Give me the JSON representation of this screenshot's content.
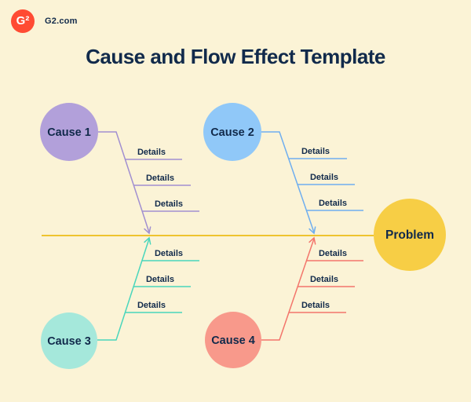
{
  "header": {
    "logo_glyph": "G²",
    "brand": "G2.com"
  },
  "title": "Cause and Flow Effect Template",
  "colors": {
    "background": "#FBF3D6",
    "text": "#112A4B",
    "logo": "#FF4B33",
    "spine": "#EEC32F"
  },
  "problem": {
    "label": "Problem",
    "color": "#F7CE45"
  },
  "causes": [
    {
      "label": "Cause 1",
      "color": "#B2A0DA",
      "line_color": "#A18FD0",
      "details": [
        "Details",
        "Details",
        "Details"
      ]
    },
    {
      "label": "Cause 2",
      "color": "#90C8F8",
      "line_color": "#6FAEEF",
      "details": [
        "Details",
        "Details",
        "Details"
      ]
    },
    {
      "label": "Cause 3",
      "color": "#A5E8DB",
      "line_color": "#49D6BC",
      "details": [
        "Details",
        "Details",
        "Details"
      ]
    },
    {
      "label": "Cause 4",
      "color": "#F8998B",
      "line_color": "#F3756B",
      "details": [
        "Details",
        "Details",
        "Details"
      ]
    }
  ]
}
